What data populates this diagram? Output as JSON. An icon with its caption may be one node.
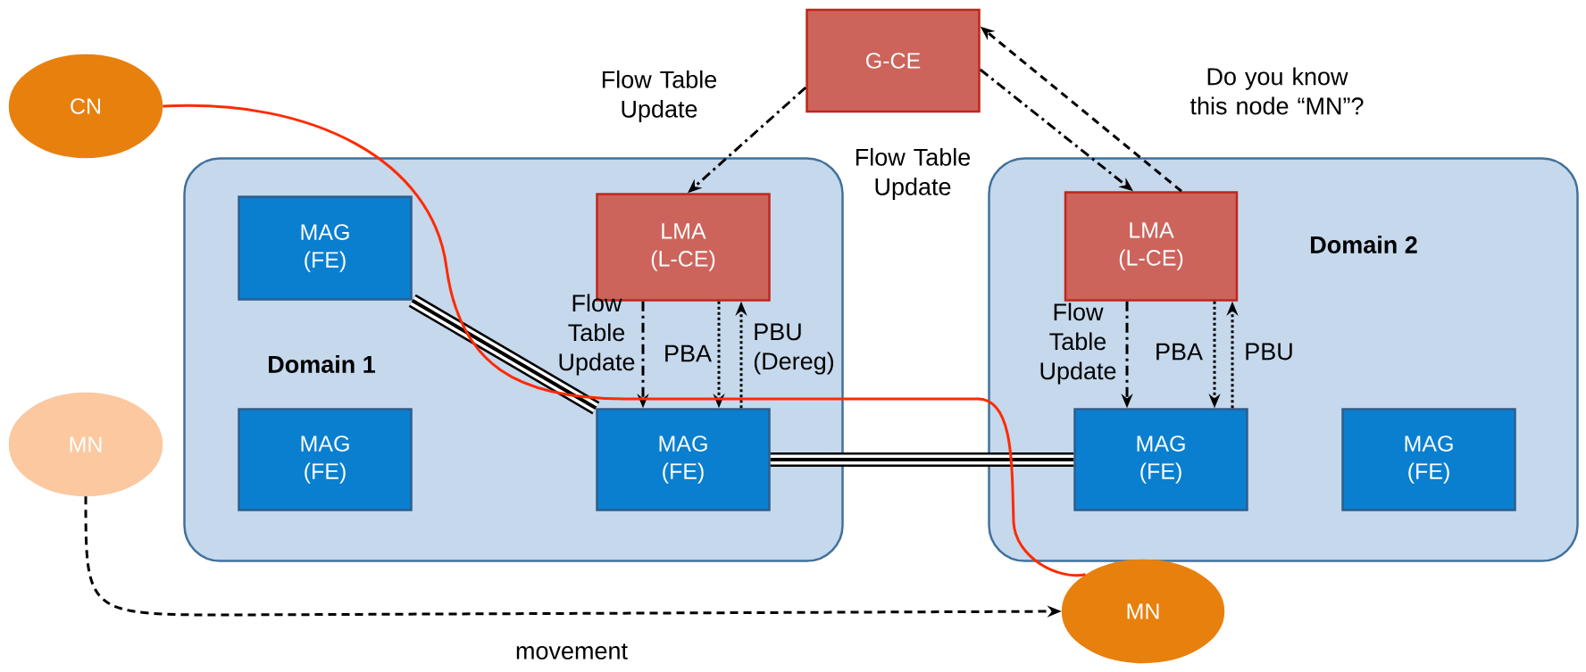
{
  "diagram": {
    "nodes": [
      {
        "text": [
          "CN"
        ]
      },
      {
        "text": [
          "MN"
        ]
      },
      {
        "text": [
          "G-CE"
        ]
      },
      {
        "text": [
          "Domain 1"
        ]
      },
      {
        "text": [
          "MAG (FE)"
        ],
        "in": 3
      },
      {
        "text": [
          "LMA (L-CE)"
        ],
        "in": 3
      },
      {
        "text": [
          "MAG (FE)"
        ],
        "in": 3
      },
      {
        "text": [
          "MAG (FE)"
        ],
        "in": 3
      },
      {
        "text": [
          "Domain 2"
        ]
      },
      {
        "text": [
          "LMA (L-CE)"
        ],
        "in": 8
      },
      {
        "text": [
          "MAG (FE)"
        ],
        "in": 8
      },
      {
        "text": [
          "MAG (FE)"
        ],
        "in": 8
      },
      {
        "text": [
          "MN"
        ]
      }
    ],
    "edges": [
      {
        "from": 2,
        "to": 5,
        "arrow": "to",
        "style": "dashed",
        "label": "Flow Table Update"
      },
      {
        "from": 2,
        "to": 9,
        "arrow": "to",
        "style": "dashed",
        "label": "Flow Table Update"
      },
      {
        "from": 9,
        "to": 2,
        "arrow": "to",
        "style": "dashed",
        "label": "Do you know this node “MN”?"
      },
      {
        "from": 5,
        "to": 7,
        "arrow": "to",
        "style": "dashed",
        "label": "Flow Table Update"
      },
      {
        "from": 5,
        "to": 7,
        "arrow": "to",
        "style": "dashed",
        "label": "PBA"
      },
      {
        "from": 7,
        "to": 5,
        "arrow": "to",
        "style": "dashed",
        "label": "PBU (Dereg)"
      },
      {
        "from": 9,
        "to": 10,
        "arrow": "to",
        "style": "dashed",
        "label": "Flow Table Update"
      },
      {
        "from": 9,
        "to": 10,
        "arrow": "to",
        "style": "dashed",
        "label": "PBA"
      },
      {
        "from": 10,
        "to": 9,
        "arrow": "to",
        "style": "dashed",
        "label": "PBU"
      },
      {
        "from": 1,
        "to": 12,
        "arrow": "to",
        "style": "dashed",
        "label": "movement"
      },
      {
        "from": 4,
        "to": 7,
        "arrow": "none",
        "style": "thick"
      },
      {
        "from": 7,
        "to": 10,
        "arrow": "none",
        "style": "thick"
      },
      {
        "from": 0,
        "to": 12,
        "arrow": "none",
        "color": "#ff2a00"
      }
    ]
  }
}
